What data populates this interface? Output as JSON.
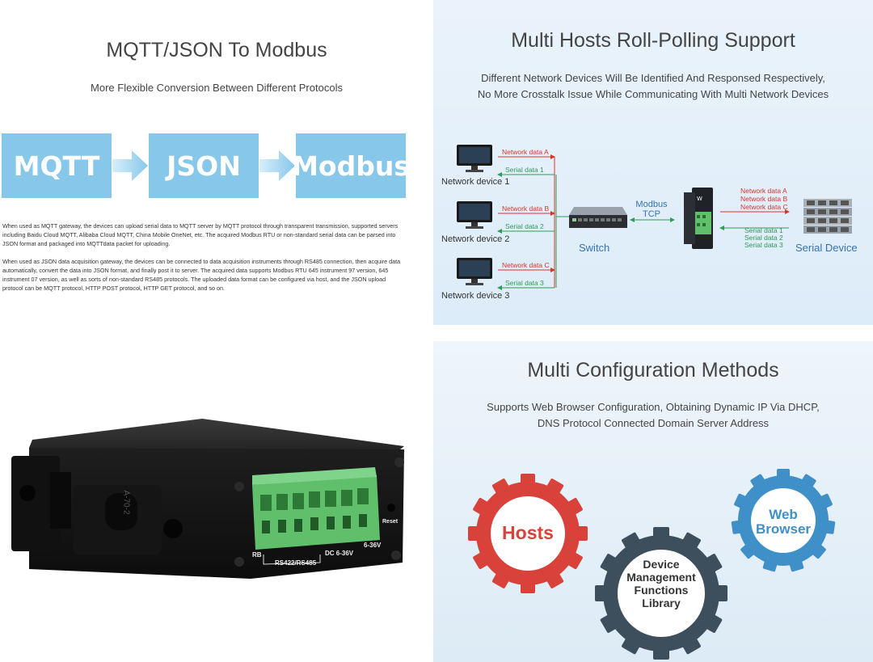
{
  "panel1": {
    "title": "MQTT/JSON To Modbus",
    "subtitle": "More Flexible Conversion Between Different Protocols",
    "boxes": [
      "MQTT",
      "JSON",
      "Modbus"
    ],
    "paragraph1": "When used as MQTT gateway, the devices can upload serial data to MQTT server by MQTT protocol through transparent transmission, supported servers including Baidu Cloud MQTT, Alibaba Cloud MQTT, China Mobile OneNet, etc. The acquired Modbus RTU or non-standard serial data can be parsed into JSON format and packaged into MQTTdata packet for uploading.",
    "paragraph2": "When used as JSON data acquisition gateway, the devices can be connected to data acquisition instruments through RS485 connection, then acquire data automatically, convert the data into JSON format, and finally post it to server. The acquired data supports Modbus RTU 645 instrument 97 version, 645 instrument 07 version, as well as sorts of non-standard RS485 protocols. The uploaded data format can be configured via host, and the JSON upload protocol can be MQTT protocol, HTTP POST protocol, HTTP GET protocol, and so on.",
    "accent": "#87c7ea"
  },
  "panel2": {
    "title": "Multi Hosts Roll-Polling Support",
    "subtitle_line1": "Different Network Devices Will Be Identified And Responsed Respectively,",
    "subtitle_line2": "No More Crosstalk Issue While Communicating With Multi Network Devices",
    "devices": [
      {
        "name": "Network device 1",
        "net": "Network data A",
        "serial": "Serial data 1"
      },
      {
        "name": "Network device 2",
        "net": "Network data B",
        "serial": "Serial data 2"
      },
      {
        "name": "Network device 3",
        "net": "Network data C",
        "serial": "Serial data 3"
      }
    ],
    "switch_label": "Switch",
    "modbus_line1": "Modbus",
    "modbus_line2": "TCP",
    "right_net": [
      "Network data A",
      "Network data B",
      "Network data C"
    ],
    "right_serial": [
      "Serial data 1",
      "Serial data 2",
      "Serial data 3"
    ],
    "serial_device_label": "Serial Device",
    "net_color": "#d9342b",
    "serial_color": "#2e9b57"
  },
  "panel3": {
    "rail_text": "A-70-2",
    "rb_label": "RB",
    "rs_label": "RS422/RS485",
    "dc_label": "DC 6-36V",
    "v_label": "6-36V",
    "reset_label": "Reset",
    "terminal_color": "#5fbf6a"
  },
  "panel4": {
    "title": "Multi Configuration Methods",
    "subtitle_line1": "Supports Web Browser Configuration, Obtaining Dynamic IP Via DHCP,",
    "subtitle_line2": "DNS Protocol Connected Domain Server Address",
    "gear_hosts": "Hosts",
    "gear_web_line1": "Web",
    "gear_web_line2": "Browser",
    "gear_dev_line1": "Device",
    "gear_dev_line2": "Management",
    "gear_dev_line3": "Functions",
    "gear_dev_line4": "Library",
    "red_gear": "#d9423b",
    "dark_gear": "#3d4e5c",
    "blue_gear": "#3f8fc8"
  }
}
